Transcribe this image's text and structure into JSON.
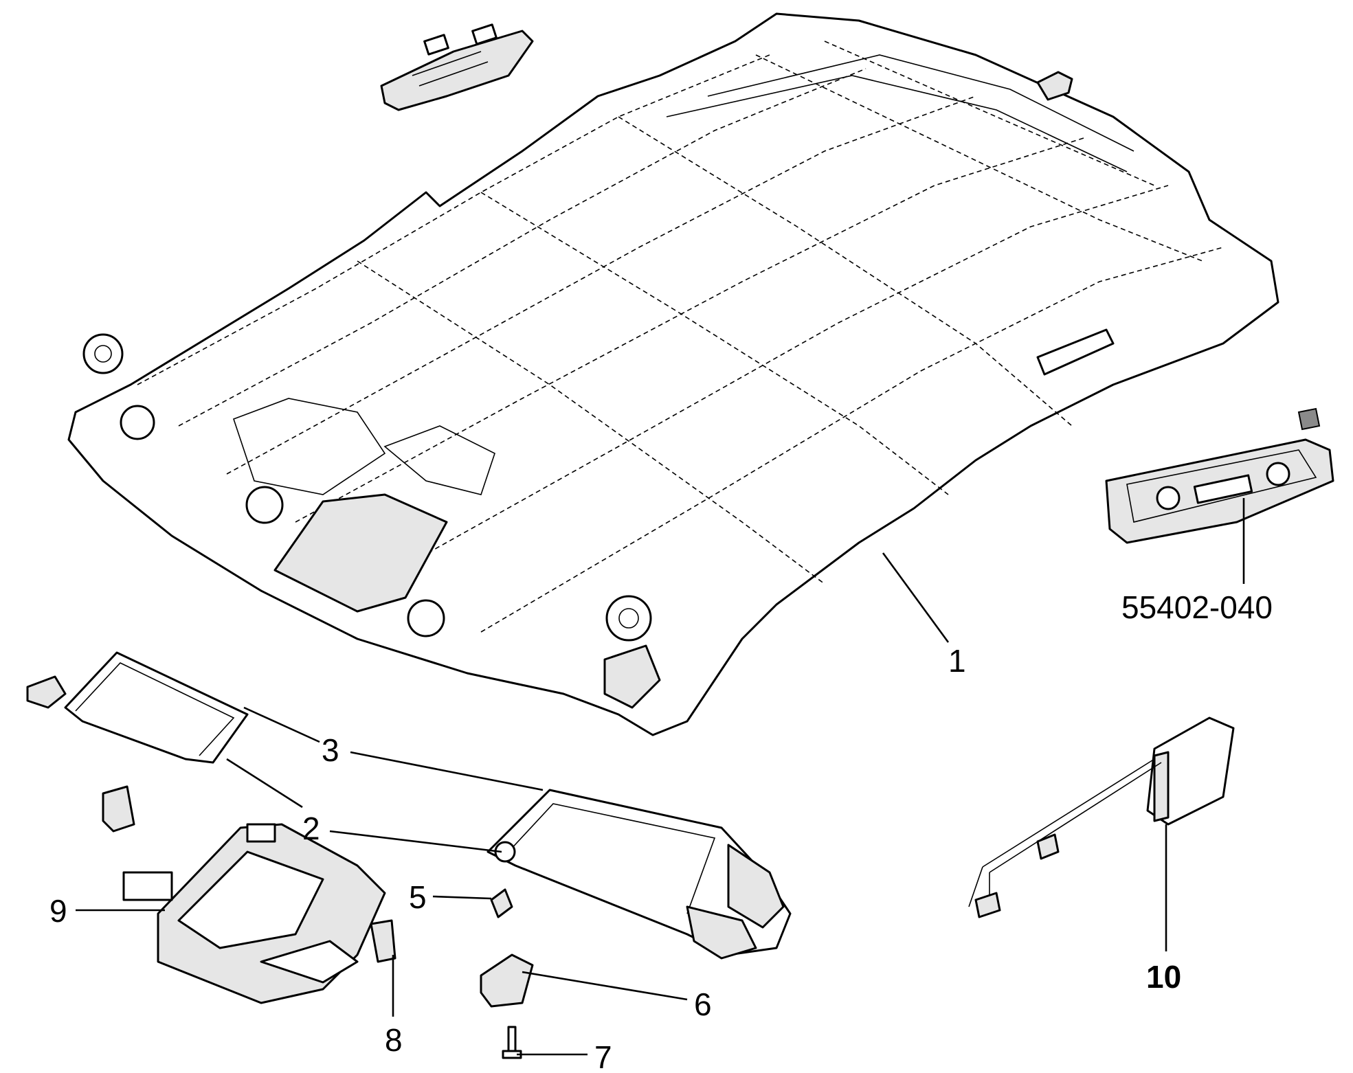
{
  "callouts": [
    {
      "id": "c1",
      "text": "1"
    },
    {
      "id": "c2",
      "text": "2"
    },
    {
      "id": "c3",
      "text": "3"
    },
    {
      "id": "c5",
      "text": "5"
    },
    {
      "id": "c6",
      "text": "6"
    },
    {
      "id": "c7",
      "text": "7"
    },
    {
      "id": "c8",
      "text": "8"
    },
    {
      "id": "c9",
      "text": "9"
    },
    {
      "id": "c10",
      "text": "10"
    },
    {
      "id": "c55402",
      "text": "55402-040"
    }
  ]
}
